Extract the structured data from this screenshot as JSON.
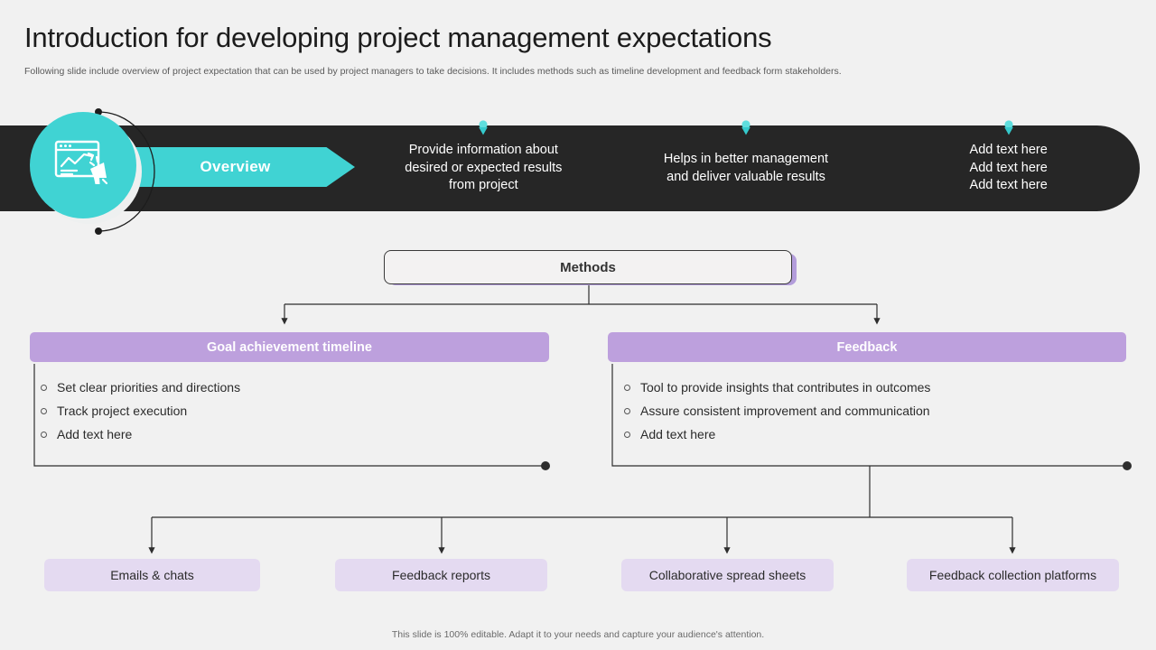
{
  "header": {
    "title": "Introduction for developing project management expectations",
    "subtitle": "Following slide include overview of project expectation that can be used by project managers to take decisions. It includes methods such as timeline development and feedback form stakeholders."
  },
  "banner": {
    "badge_icon": "analytics-megaphone-icon",
    "arrow_label": "Overview",
    "columns": [
      {
        "pin_icon": "map-pin-icon",
        "text": "Provide information about desired or expected results from project"
      },
      {
        "pin_icon": "map-pin-icon",
        "text": "Helps in better management and deliver valuable results"
      },
      {
        "pin_icon": "map-pin-icon",
        "text": "Add text here\nAdd text here\nAdd text here"
      }
    ]
  },
  "methods": {
    "label": "Methods"
  },
  "branches": [
    {
      "title": "Goal achievement timeline",
      "items": [
        "Set clear priorities and directions",
        "Track project execution",
        "Add text here"
      ]
    },
    {
      "title": "Feedback",
      "items": [
        "Tool to provide insights that contributes in outcomes",
        "Assure consistent improvement and communication",
        "Add text here"
      ]
    }
  ],
  "chips": [
    "Emails & chats",
    "Feedback reports",
    "Collaborative spread sheets",
    "Feedback collection platforms"
  ],
  "footer": {
    "note": "This slide is 100% editable. Adapt it to your needs and capture your audience's attention."
  },
  "colors": {
    "accent_teal": "#40d3d3",
    "banner_dark": "#262626",
    "purple_head": "#bda0dd",
    "chip_purple": "#e4daf1",
    "background": "#f1f1f1"
  }
}
